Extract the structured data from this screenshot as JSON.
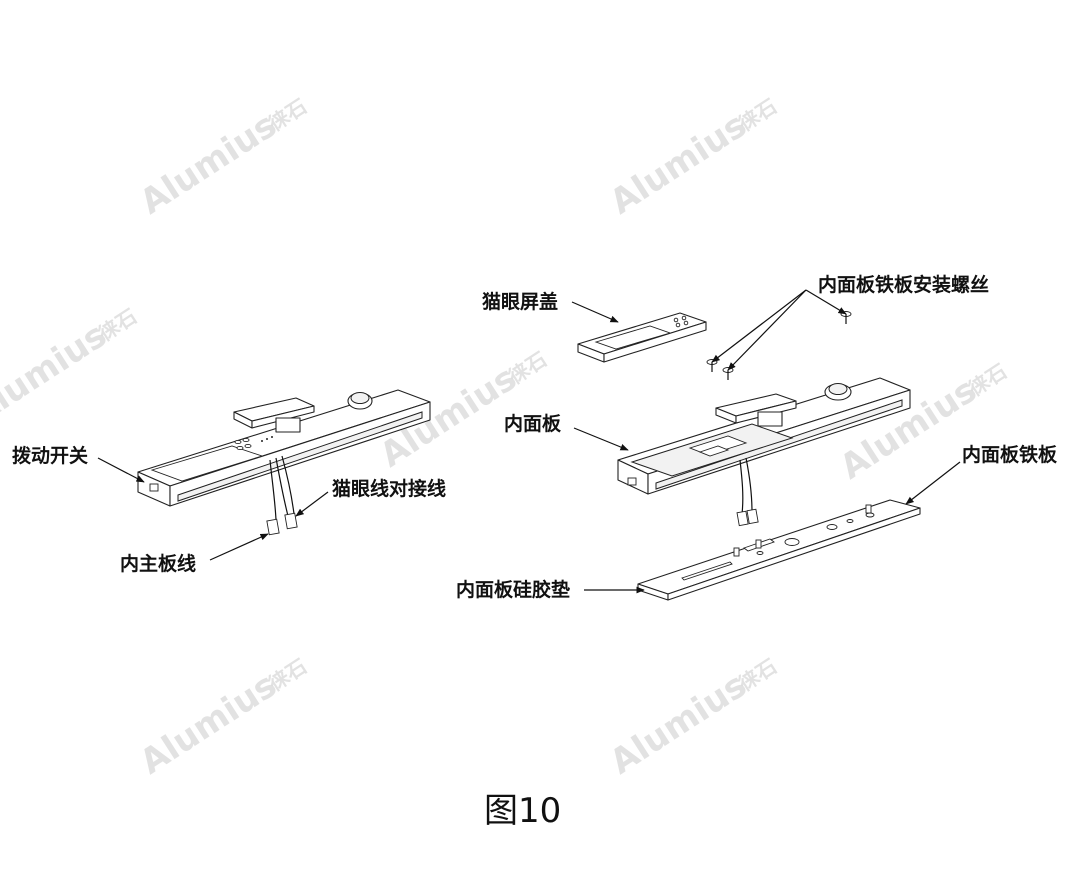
{
  "watermark": {
    "brand": "Alumius",
    "cn": "徕石",
    "mark": "®"
  },
  "labels": {
    "toggle_switch": "拨动开关",
    "peephole_cable": "猫眼线对接线",
    "inner_board_cable": "内主板线",
    "peephole_cover": "猫眼屏盖",
    "iron_plate_screws": "内面板铁板安装螺丝",
    "inner_panel": "内面板",
    "inner_panel_iron_plate": "内面板铁板",
    "silicone_pad": "内面板硅胶垫"
  },
  "caption": "图10"
}
